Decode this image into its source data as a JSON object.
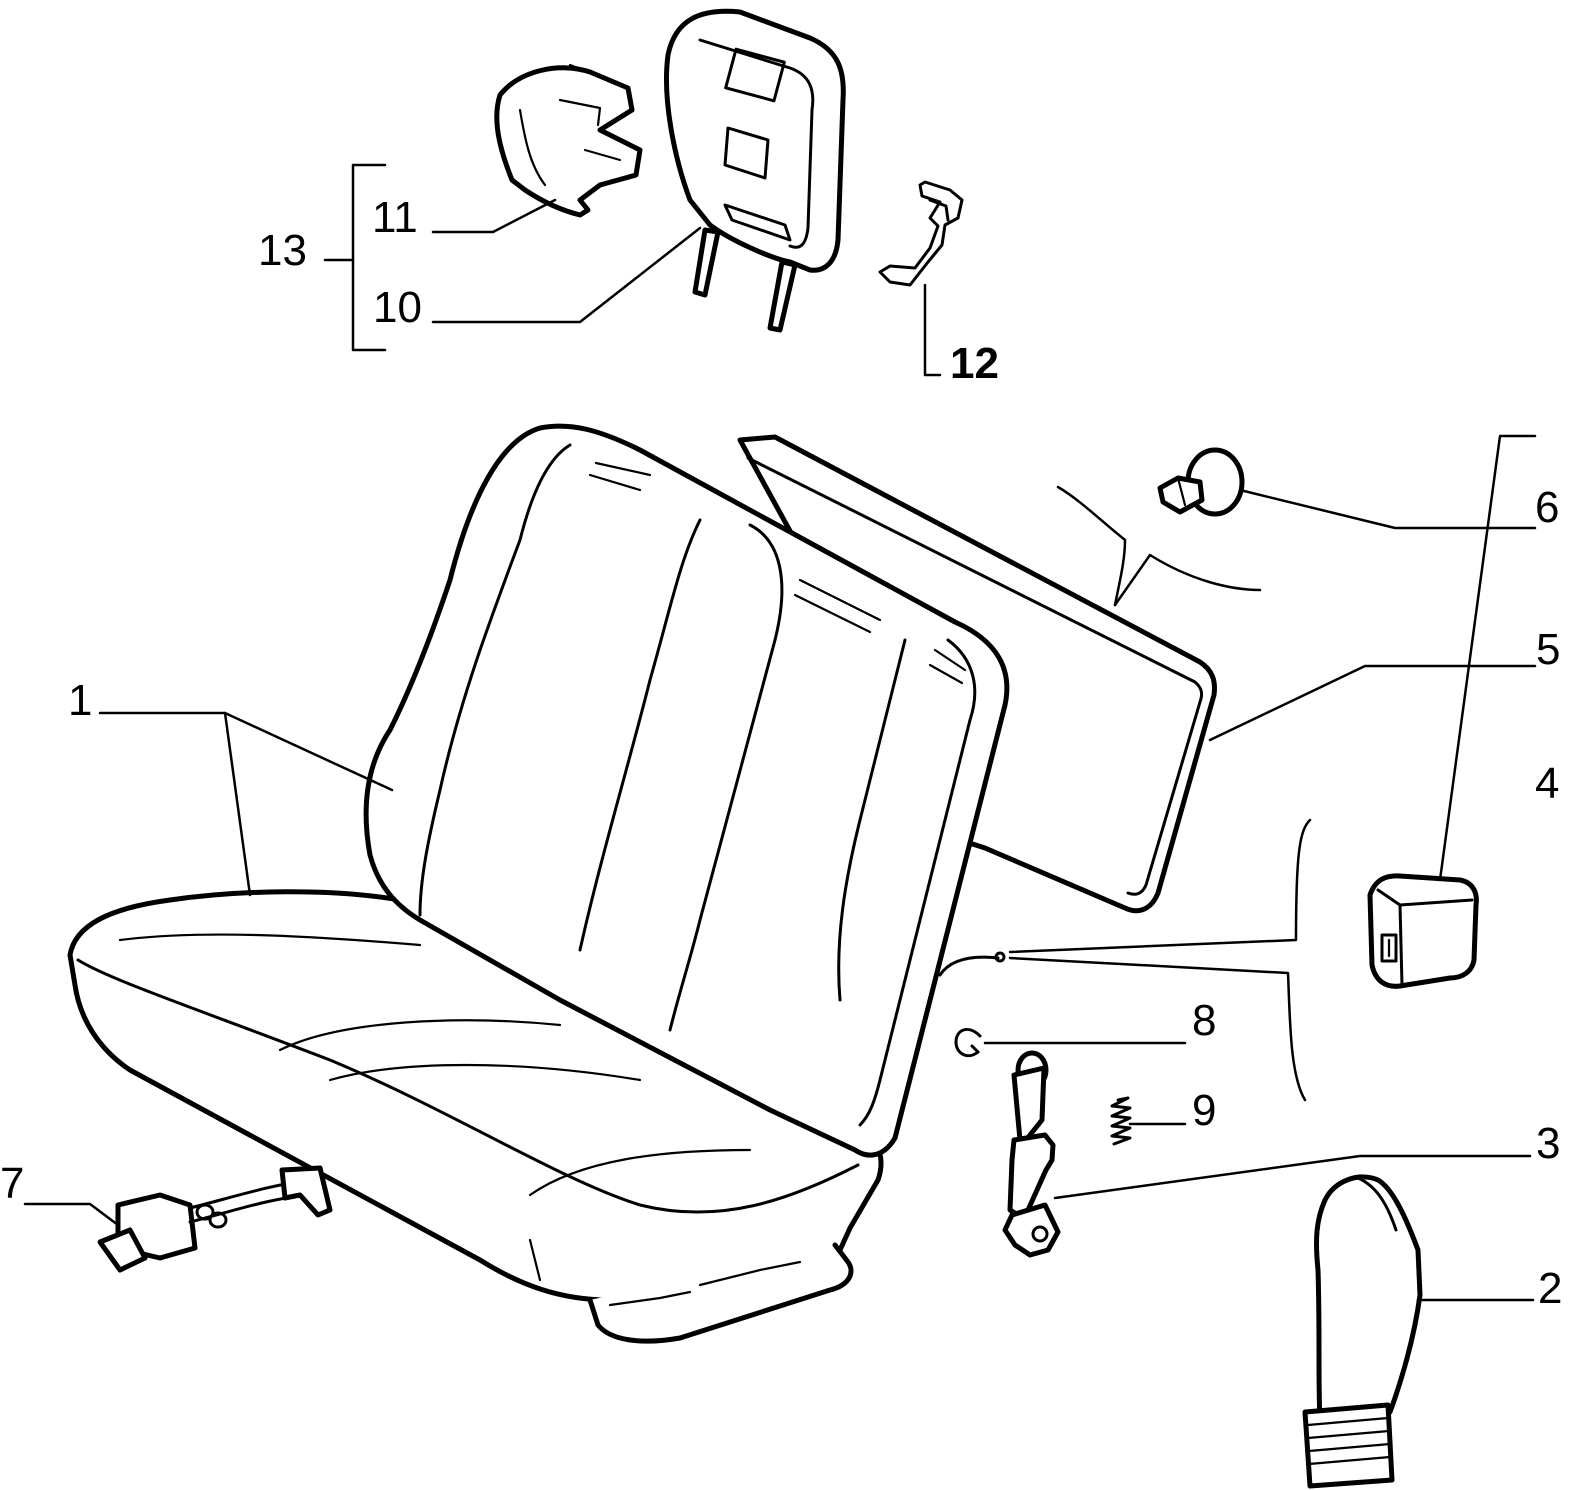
{
  "callouts": {
    "c1": "1",
    "c2": "2",
    "c3": "3",
    "c4": "4",
    "c5": "5",
    "c6": "6",
    "c7": "7",
    "c8": "8",
    "c9": "9",
    "c10": "10",
    "c11": "11",
    "c12": "12",
    "c13": "13"
  },
  "parts": [
    {
      "ref": "1",
      "icon": "rear-seat-bench-icon"
    },
    {
      "ref": "2",
      "icon": "release-lever-knob-icon"
    },
    {
      "ref": "3",
      "icon": "strut-link-icon"
    },
    {
      "ref": "4",
      "icon": "cover-cap-icon"
    },
    {
      "ref": "5",
      "icon": "backrest-panel-icon"
    },
    {
      "ref": "6",
      "icon": "push-clip-icon"
    },
    {
      "ref": "7",
      "icon": "connector-harness-icon"
    },
    {
      "ref": "8",
      "icon": "circlip-icon"
    },
    {
      "ref": "9",
      "icon": "spring-icon"
    },
    {
      "ref": "10",
      "icon": "headrest-icon"
    },
    {
      "ref": "11",
      "icon": "headrest-guide-icon"
    },
    {
      "ref": "12",
      "icon": "wire-hook-icon"
    },
    {
      "ref": "13",
      "icon": "headrest-assembly-bracket-icon"
    }
  ]
}
